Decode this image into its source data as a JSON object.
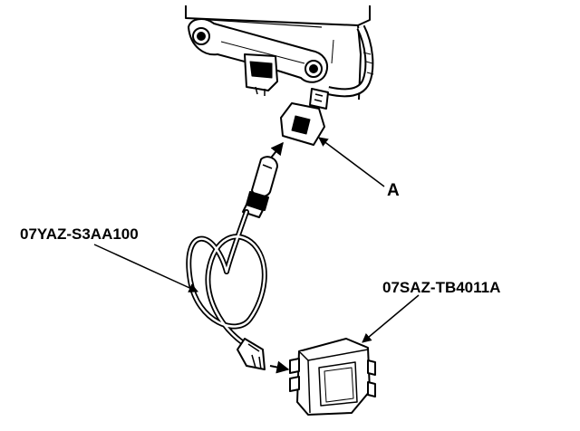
{
  "labels": {
    "callout_a": "A",
    "cable_part_number": "07YAZ-S3AA100",
    "box_part_number": "07SAZ-TB4011A"
  },
  "colors": {
    "ink": "#000000",
    "paper": "#ffffff"
  }
}
